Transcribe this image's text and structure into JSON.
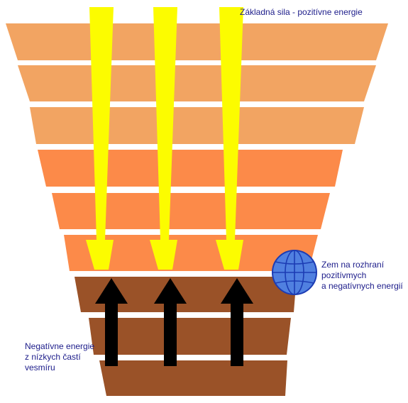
{
  "labels": {
    "top": "Základná sila - pozitívne energie",
    "earth": [
      "Zem na rozhraní",
      "pozitívmych",
      "a negatívnych energií"
    ],
    "negative": [
      "Negatívne energie",
      "z nízkych častí",
      "vesmíru"
    ]
  },
  "colors": {
    "band_light": "#f2a462",
    "band_orange": "#fc8a49",
    "band_brown": "#9a5228",
    "arrow_down": "#fcfc00",
    "arrow_up": "#000000",
    "globe": "#5080e0",
    "globe_lines": "#1c3cb4",
    "text": "#1c1c8a"
  },
  "bands": [
    {
      "tone": "light"
    },
    {
      "tone": "light"
    },
    {
      "tone": "light"
    },
    {
      "tone": "orange"
    },
    {
      "tone": "orange"
    },
    {
      "tone": "orange"
    },
    {
      "tone": "brown"
    },
    {
      "tone": "brown"
    },
    {
      "tone": "brown"
    }
  ],
  "arrows_down_count": 3,
  "arrows_up_count": 3,
  "icons": {
    "globe": "globe-icon"
  }
}
